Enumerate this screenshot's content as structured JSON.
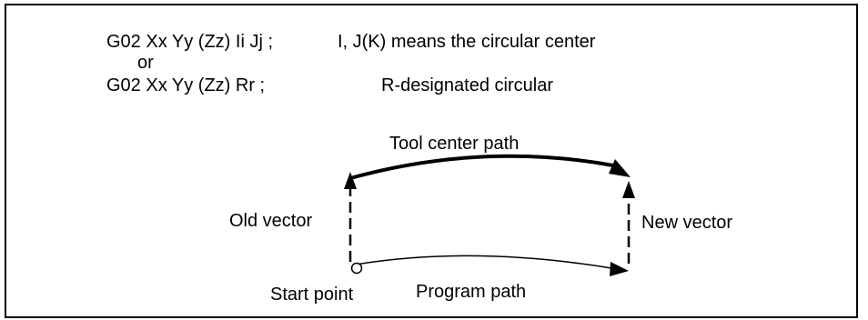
{
  "header": {
    "line1_code": "G02 Xx Yy (Zz) Ii Jj ;",
    "line1_desc": "I, J(K) means the circular center",
    "or_word": "or",
    "line2_code": "G02 Xx Yy (Zz) Rr ;",
    "line2_desc": "R-designated circular"
  },
  "diagram": {
    "tool_center_path": "Tool center path",
    "old_vector": "Old vector",
    "new_vector": "New vector",
    "start_point": "Start point",
    "program_path": "Program path"
  },
  "colors": {
    "line": "#000000",
    "background": "#ffffff"
  }
}
